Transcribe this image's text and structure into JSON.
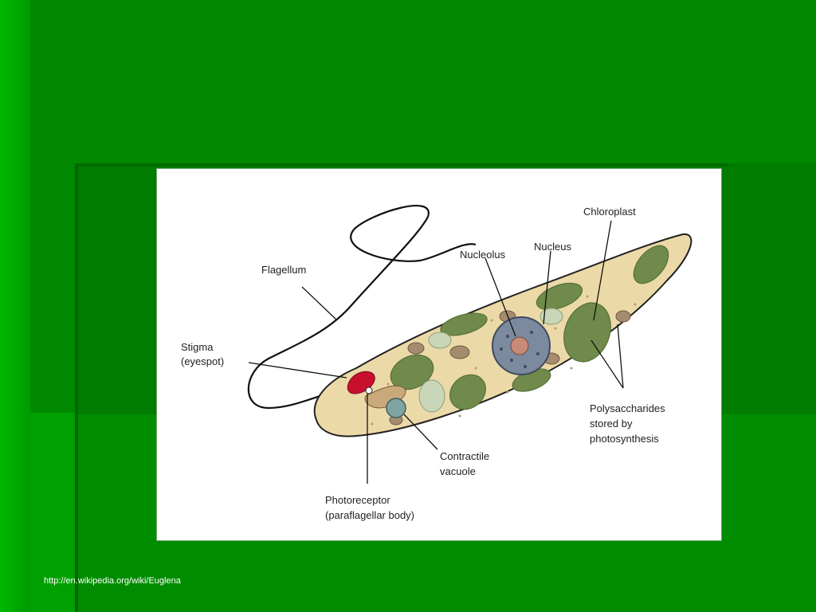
{
  "slide": {
    "background_color": "#008800",
    "accent_color": "#00b800"
  },
  "diagram": {
    "subject": "Euglena",
    "labels": {
      "flagellum": "Flagellum",
      "stigma_line1": "Stigma",
      "stigma_line2": "(eyespot)",
      "nucleolus": "Nucleolus",
      "nucleus": "Nucleus",
      "chloroplast": "Chloroplast",
      "polysaccharides_line1": "Polysaccharides",
      "polysaccharides_line2": "stored by",
      "polysaccharides_line3": "photosynthesis",
      "contractile_line1": "Contractile",
      "contractile_line2": "vacuole",
      "photoreceptor_line1": "Photoreceptor",
      "photoreceptor_line2": "(paraflagellar body)"
    },
    "colors": {
      "cell_body": "#ecd9a8",
      "chloroplast": "#6f8a4a",
      "nucleus": "#7c8aa0",
      "nucleolus": "#c98a78",
      "stigma": "#c8102e",
      "vacuole": "#7fa3a0",
      "polysaccharide_granule": "#a58c6f"
    }
  },
  "footer": {
    "source_url": "http://en.wikipedia.org/wiki/Euglena"
  }
}
